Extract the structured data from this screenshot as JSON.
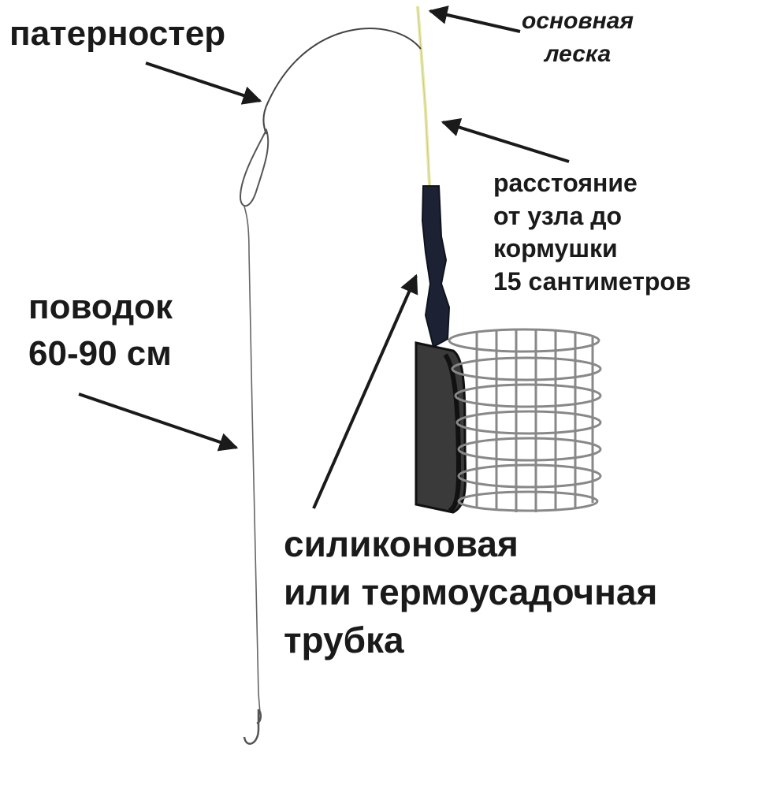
{
  "labels": {
    "paternoster": "патерностер",
    "main_line": [
      "основная",
      "леска"
    ],
    "distance": [
      "расстояние",
      "от узла до",
      "кормушки",
      "15 сантиметров"
    ],
    "leader": [
      "поводок",
      "60-90 см"
    ],
    "tube": [
      "силиконовая",
      "или термоусадочная",
      "трубка"
    ]
  },
  "colors": {
    "text": "#1a1a1a",
    "line": "#555555",
    "main_line": "#e8e8a8",
    "tube": "#1c2233",
    "feeder_body": "#3a3a3a",
    "mesh": "#888888"
  }
}
